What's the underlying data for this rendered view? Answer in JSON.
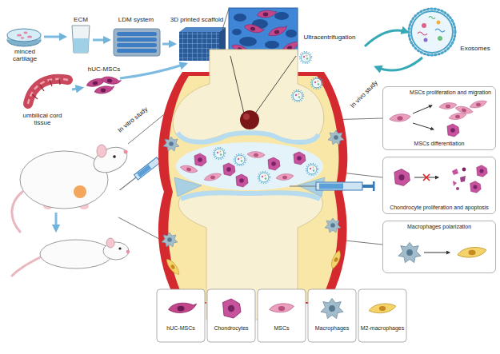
{
  "diagram": {
    "nodes": [
      {
        "text": [
          "MSCs proliferation and migration",
          "MSCs differentiation"
        ]
      },
      {
        "text": [
          "Chondrocyte proliferation and apoptosis"
        ]
      },
      {
        "text": [
          "Macrophages polarization"
        ]
      }
    ],
    "labels": [
      "minced cartilage",
      "ECM",
      "LDM system",
      "3D printed scaffold",
      "umbilical cord tissue",
      "hUC-MSCs",
      "In vitro study",
      "Ultracentrifugation",
      "Exosomes",
      "In vivo study"
    ],
    "legend": [
      {
        "text": "hUC-MSCs"
      },
      {
        "text": "Chondrocytes"
      },
      {
        "text": "MSCs"
      },
      {
        "text": "Macrophages"
      },
      {
        "text": "M2-macrophages"
      }
    ]
  }
}
